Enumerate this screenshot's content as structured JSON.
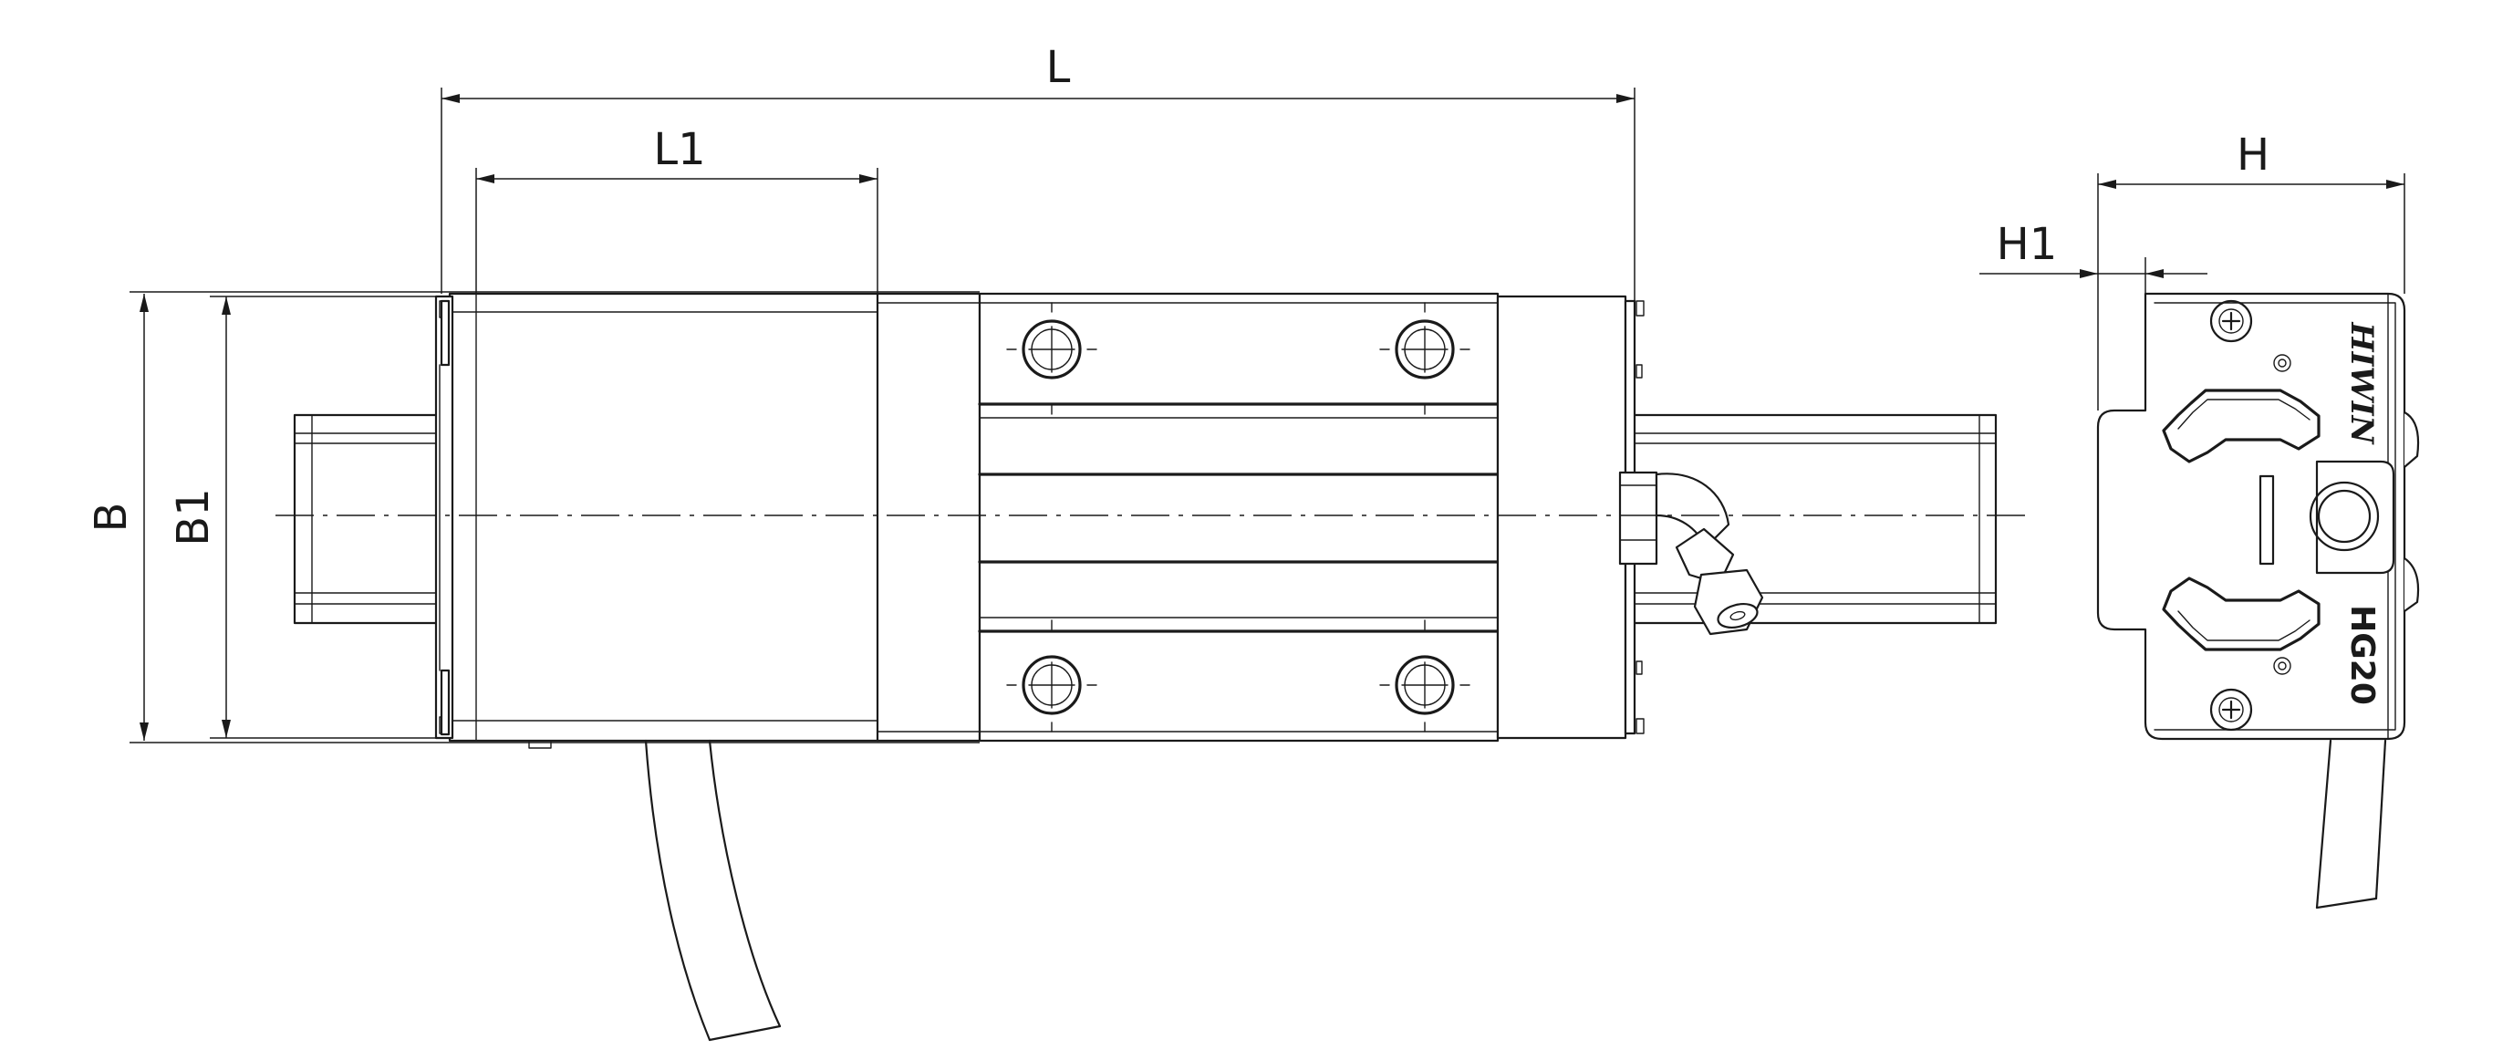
{
  "dimensions": {
    "L": "L",
    "L1": "L1",
    "B": "B",
    "B1": "B1",
    "H": "H",
    "H1": "H1"
  },
  "markings": {
    "model": "HG20",
    "brand": "HIWIN"
  },
  "colors": {
    "line": "#1a1a1a",
    "background": "#ffffff"
  }
}
